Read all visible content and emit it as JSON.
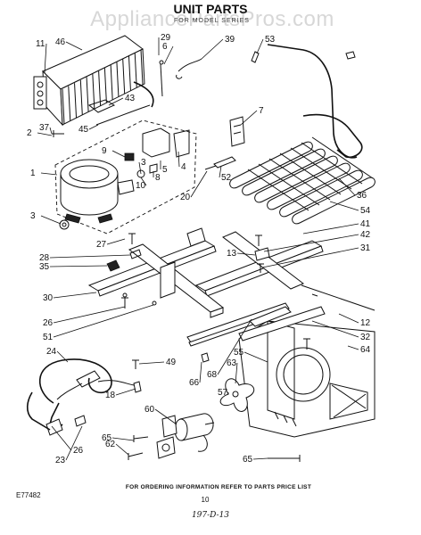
{
  "watermark": "AppliancePartsPros.com",
  "title": "UNIT PARTS",
  "subtitle": "FOR MODEL SERIES",
  "document_number": "E77482",
  "footer_note": "FOR ORDERING INFORMATION REFER TO PARTS PRICE LIST",
  "page_number": "10",
  "handwritten_note": "197-D-13",
  "callouts": [
    "11",
    "46",
    "29",
    "6",
    "39",
    "53",
    "43",
    "45",
    "37",
    "2",
    "9",
    "7",
    "3",
    "8",
    "4",
    "10",
    "1",
    "52",
    "5",
    "20",
    "3",
    "36",
    "54",
    "27",
    "41",
    "28",
    "42",
    "35",
    "13",
    "31",
    "30",
    "26",
    "12",
    "51",
    "32",
    "24",
    "49",
    "55",
    "64",
    "66",
    "68",
    "63",
    "57",
    "60",
    "18",
    "65",
    "26",
    "62",
    "23",
    "65"
  ],
  "colors": {
    "ink": "#111111",
    "paper": "#ffffff",
    "watermark": "#969696"
  }
}
